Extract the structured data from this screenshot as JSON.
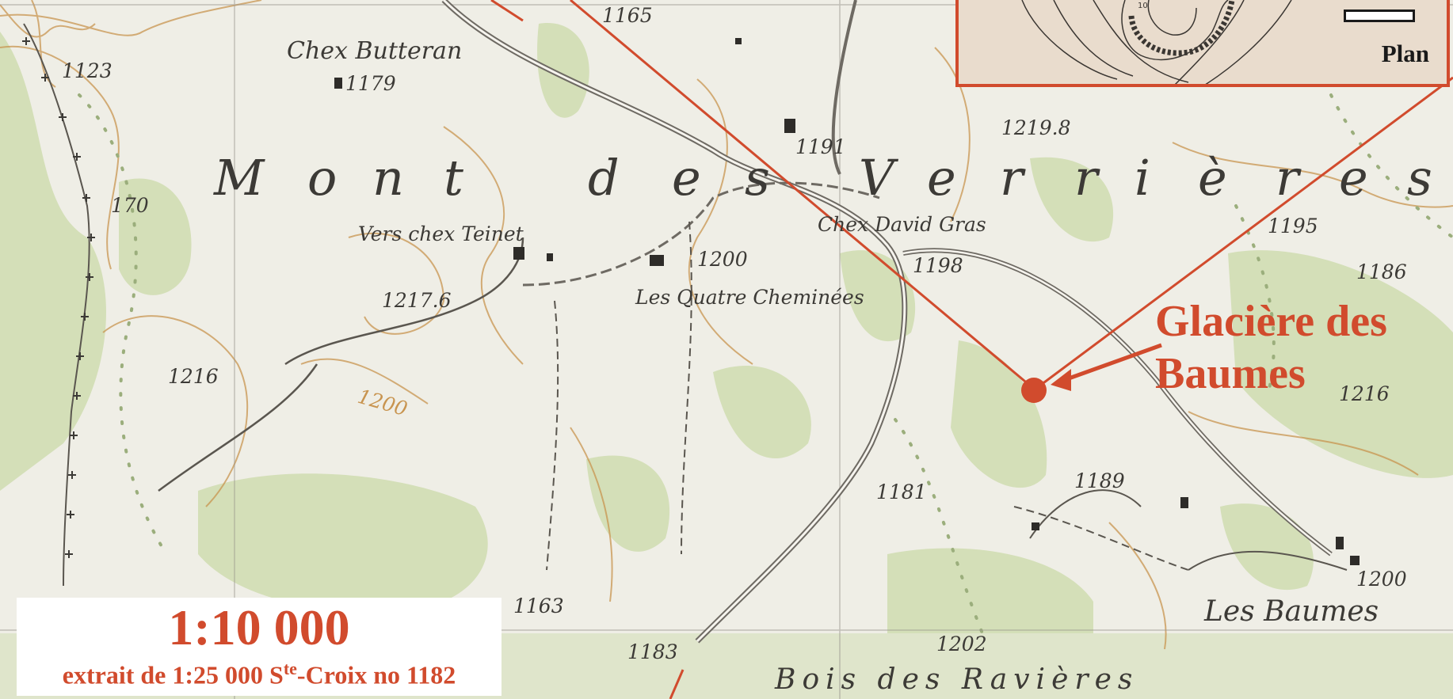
{
  "map": {
    "region_label": "Mont des Verrières",
    "region_letters": [
      "M",
      "o",
      "n",
      "t",
      "d",
      "e",
      "s",
      "V",
      "e",
      "r",
      "r",
      "i",
      "è",
      "r",
      "e",
      "s"
    ],
    "place_names": {
      "chex_butteran": "Chex Butteran",
      "vers_chex_teinet": "Vers chex Teinet",
      "chex_david_gras": "Chex David Gras",
      "les_quatre_cheminees": "Les Quatre Cheminées",
      "les_baumes": "Les Baumes",
      "bois_des_ravieres": "Bois des Ravières"
    },
    "spot_heights": {
      "h1165": "1165",
      "h1123": "1123",
      "h1179": "1179",
      "h1191": "1191",
      "h1219_8": "1219.8",
      "h1170": "170",
      "h1195": "1195",
      "h1186": "1186",
      "h1200a": "1200",
      "h1198": "1198",
      "h1217_6": "1217.6",
      "h1216a": "1216",
      "h1200contour": "1200",
      "h1216b": "1216",
      "h1189": "1189",
      "h1181": "1181",
      "h1200b": "1200",
      "h1163": "1163",
      "h1183": "1183",
      "h1202": "1202"
    }
  },
  "callout": {
    "line1": "Glacière des",
    "line2": "Baumes",
    "color": "#d14b2d"
  },
  "inset": {
    "label": "Plan"
  },
  "scale": {
    "ratio": "1:10 000",
    "source_prefix": "extrait de 1:25 000 S",
    "source_sup": "te",
    "source_suffix": "-Croix no 1182"
  },
  "colors": {
    "paper": "#efeee6",
    "forest": "#cfdcb0",
    "contour": "#c8944f",
    "road": "#6e6a63",
    "accent": "#d14b2d"
  }
}
